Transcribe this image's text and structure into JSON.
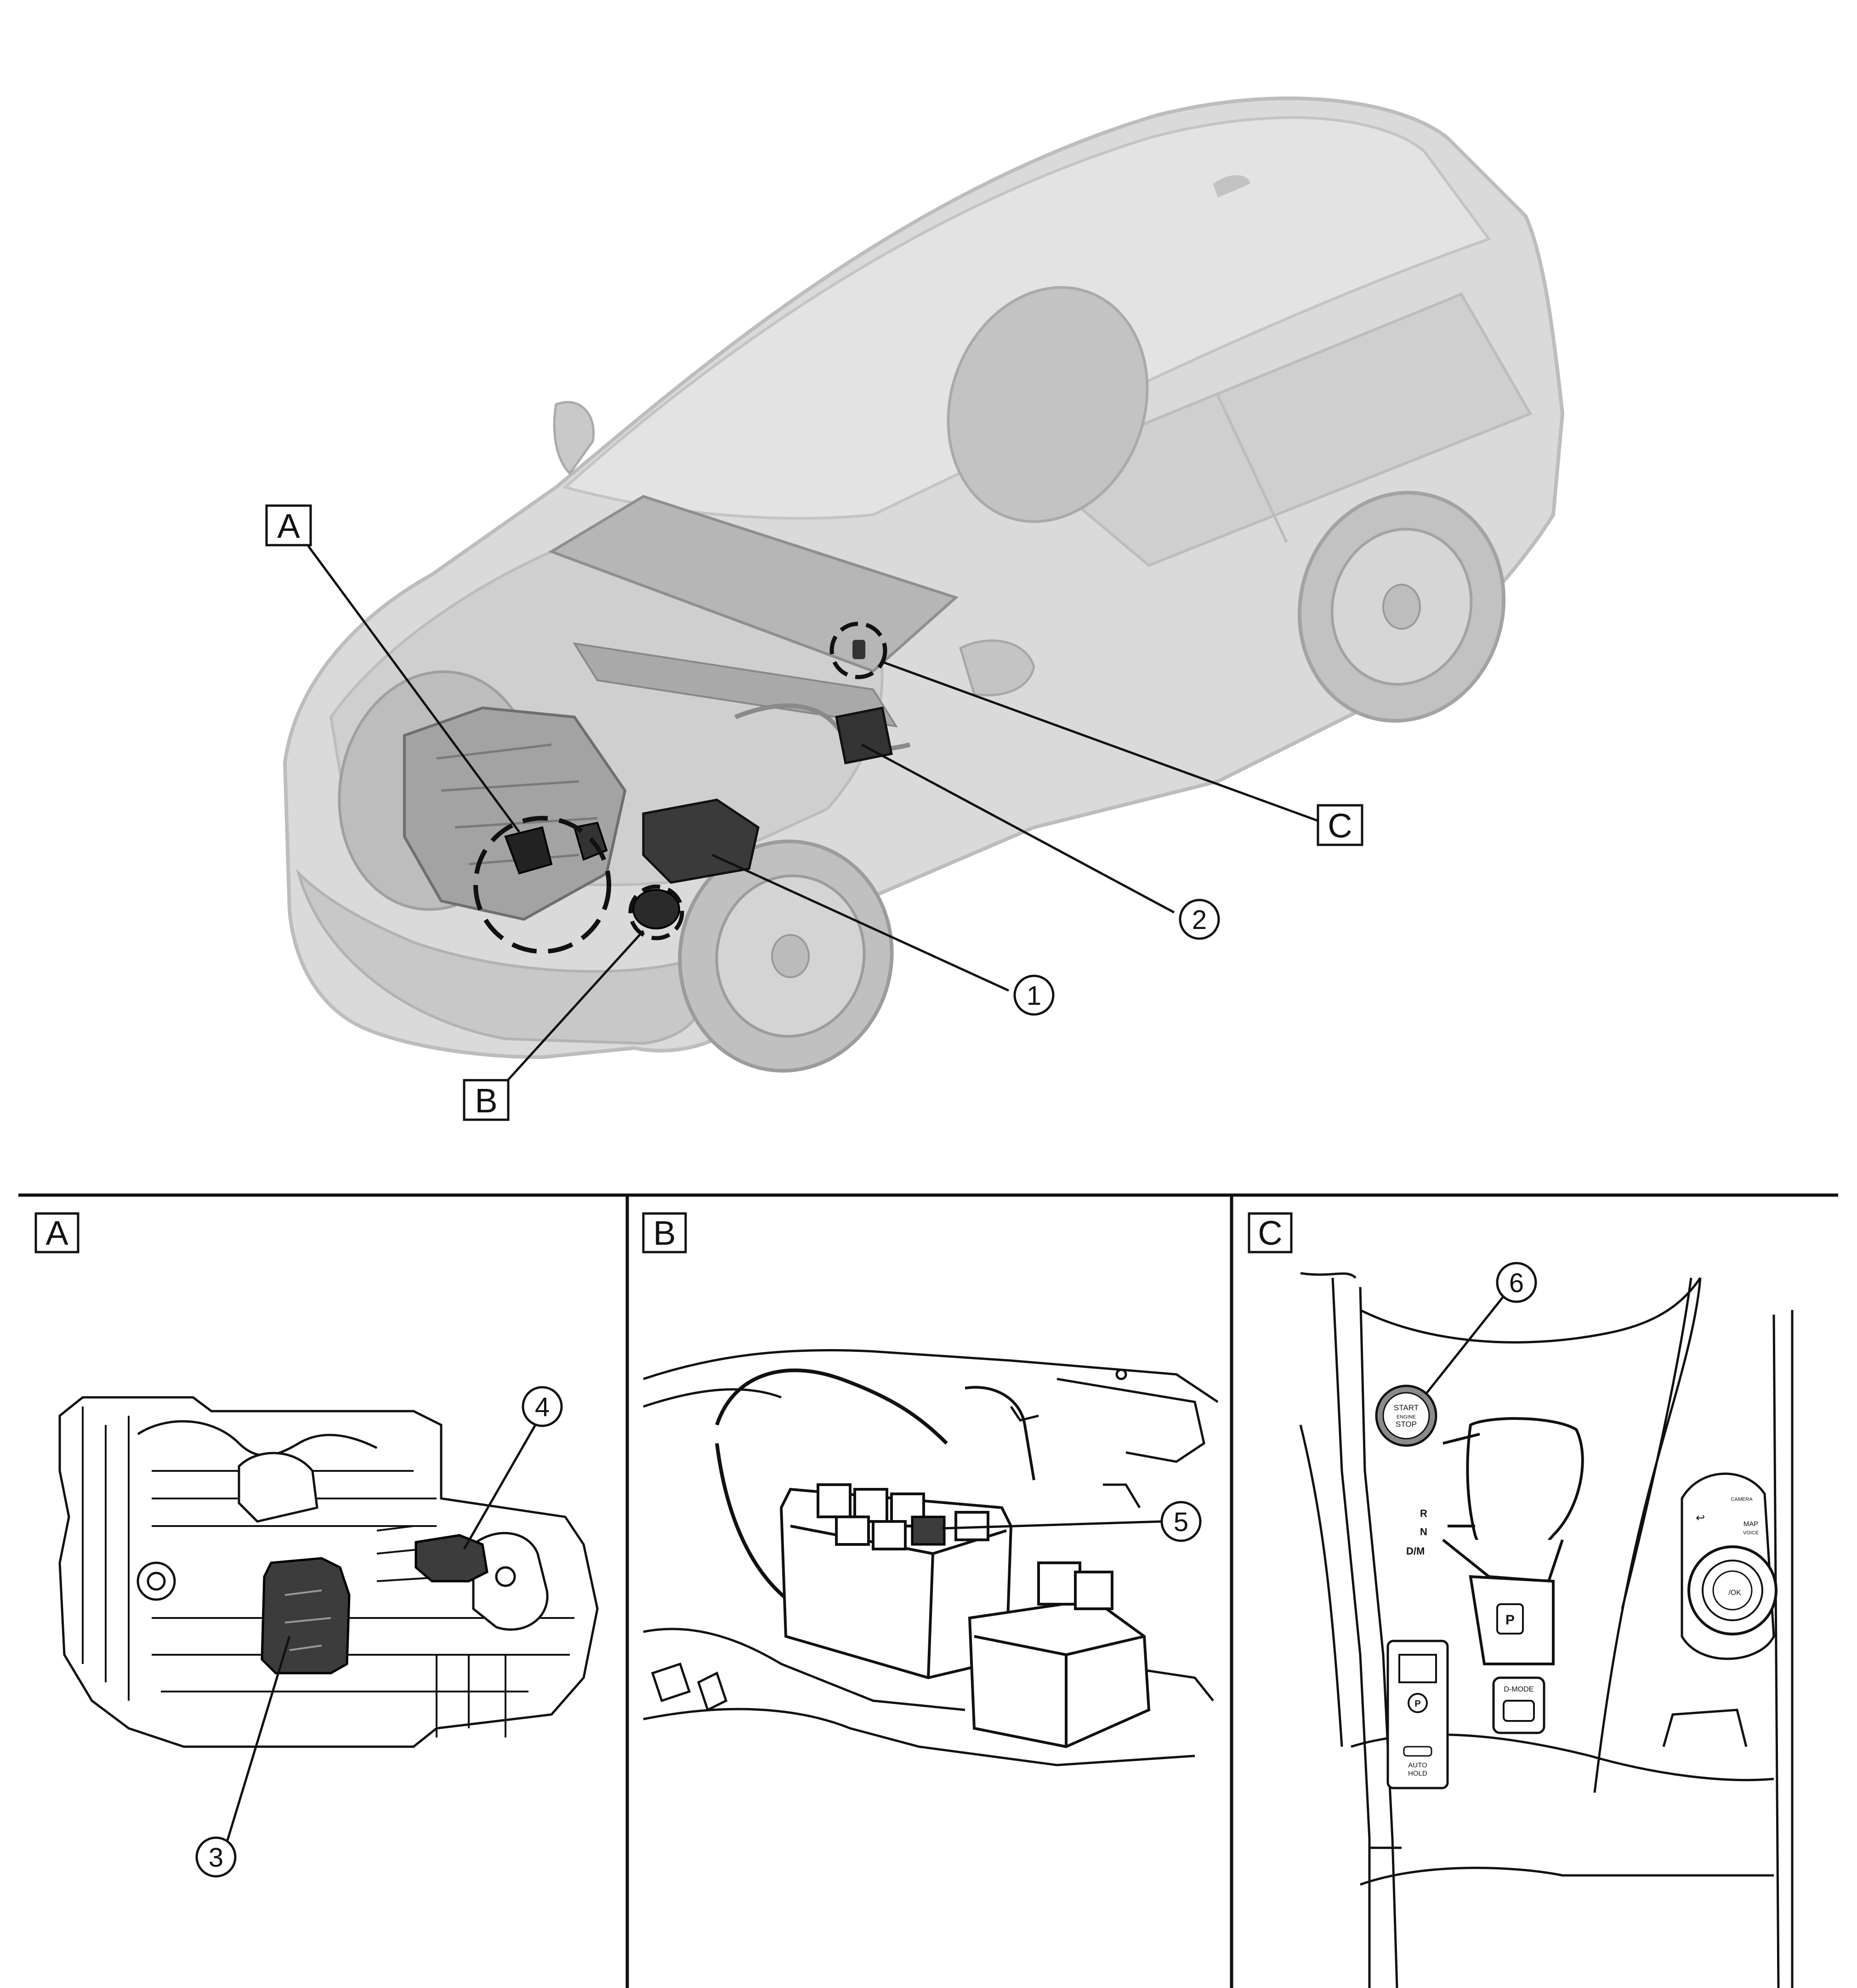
{
  "overview": {
    "callouts": {
      "A": "A",
      "B": "B",
      "C": "C",
      "n1": "1",
      "n2": "2"
    }
  },
  "panels": [
    {
      "label": "A",
      "callouts": [
        "3",
        "4"
      ]
    },
    {
      "label": "B",
      "callouts": [
        "5"
      ]
    },
    {
      "label": "C",
      "callouts": [
        "6"
      ]
    }
  ],
  "console": {
    "start_button": [
      "START",
      "ENGINE",
      "STOP"
    ],
    "shift_positions": [
      "R",
      "N",
      "D/M"
    ],
    "park_button": "P",
    "drive_mode_button": "D-MODE",
    "epb_symbol": "P",
    "auto_hold_button": [
      "AUTO",
      "HOLD"
    ],
    "controller_top": "CAMERA",
    "controller_map": [
      "MAP",
      "VOICE"
    ],
    "controller_ok": "/OK",
    "controller_back": "↩"
  },
  "colors": {
    "vehicle_ghost": "#d4d4d4",
    "component_dark": "#333333",
    "line": "#111111"
  }
}
